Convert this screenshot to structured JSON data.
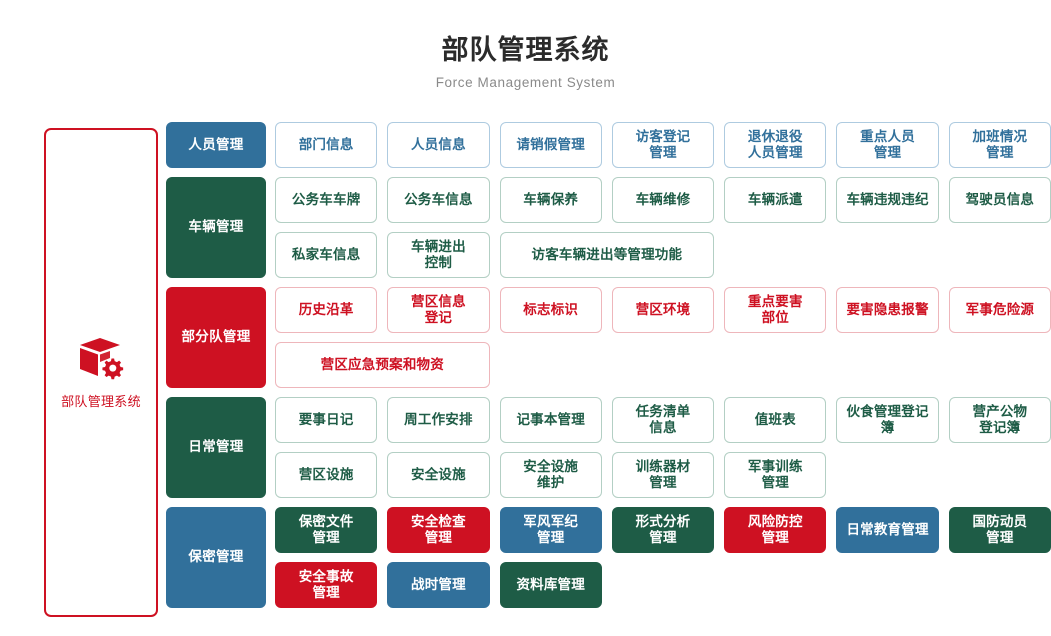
{
  "header": {
    "title": "部队管理系统",
    "subtitle": "Force Management System"
  },
  "sidebar": {
    "icon": "cube-gear-icon",
    "label": "部队管理系统",
    "border_color": "#ce1122"
  },
  "palette": {
    "blue": "#31709b",
    "green": "#1e5c46",
    "red": "#ce1122",
    "blue_border": "#aecbe0",
    "green_border": "#b3cfc4",
    "red_border": "#eeb6bb"
  },
  "groups": [
    {
      "label": "人员管理",
      "color": "blue",
      "label_style": "fill-blue",
      "items": [
        {
          "text": "部门信息",
          "style": "out-blue",
          "span": 1
        },
        {
          "text": "人员信息",
          "style": "out-blue",
          "span": 1
        },
        {
          "text": "请销假管理",
          "style": "out-blue",
          "span": 1
        },
        {
          "text": "访客登记\n管理",
          "style": "out-blue",
          "span": 1
        },
        {
          "text": "退休退役\n人员管理",
          "style": "out-blue",
          "span": 1
        },
        {
          "text": "重点人员\n管理",
          "style": "out-blue",
          "span": 1
        },
        {
          "text": "加班情况\n管理",
          "style": "out-blue",
          "span": 1
        }
      ]
    },
    {
      "label": "车辆管理",
      "color": "green",
      "label_style": "fill-green",
      "items": [
        {
          "text": "公务车车牌",
          "style": "out-green",
          "span": 1
        },
        {
          "text": "公务车信息",
          "style": "out-green",
          "span": 1
        },
        {
          "text": "车辆保养",
          "style": "out-green",
          "span": 1
        },
        {
          "text": "车辆维修",
          "style": "out-green",
          "span": 1
        },
        {
          "text": "车辆派遣",
          "style": "out-green",
          "span": 1
        },
        {
          "text": "车辆违规违纪",
          "style": "out-green",
          "span": 1
        },
        {
          "text": "驾驶员信息",
          "style": "out-green",
          "span": 1
        },
        {
          "text": "私家车信息",
          "style": "out-green",
          "span": 1
        },
        {
          "text": "车辆进出\n控制",
          "style": "out-green",
          "span": 1
        },
        {
          "text": "访客车辆进出等管理功能",
          "style": "out-green",
          "span": 2
        }
      ]
    },
    {
      "label": "部分队管理",
      "color": "red",
      "label_style": "fill-red",
      "items": [
        {
          "text": "历史沿革",
          "style": "out-red",
          "span": 1
        },
        {
          "text": "营区信息\n登记",
          "style": "out-red",
          "span": 1
        },
        {
          "text": "标志标识",
          "style": "out-red",
          "span": 1
        },
        {
          "text": "营区环境",
          "style": "out-red",
          "span": 1
        },
        {
          "text": "重点要害\n部位",
          "style": "out-red",
          "span": 1
        },
        {
          "text": "要害隐患报警",
          "style": "out-red",
          "span": 1
        },
        {
          "text": "军事危险源",
          "style": "out-red",
          "span": 1
        },
        {
          "text": "营区应急预案和物资",
          "style": "out-red",
          "span": 2
        }
      ]
    },
    {
      "label": "日常管理",
      "color": "green",
      "label_style": "fill-green",
      "items": [
        {
          "text": "要事日记",
          "style": "out-green",
          "span": 1
        },
        {
          "text": "周工作安排",
          "style": "out-green",
          "span": 1
        },
        {
          "text": "记事本管理",
          "style": "out-green",
          "span": 1
        },
        {
          "text": "任务清单\n信息",
          "style": "out-green",
          "span": 1
        },
        {
          "text": "值班表",
          "style": "out-green",
          "span": 1
        },
        {
          "text": "伙食管理登记簿",
          "style": "out-green",
          "span": 1
        },
        {
          "text": "营产公物\n登记簿",
          "style": "out-green",
          "span": 1
        },
        {
          "text": "营区设施",
          "style": "out-green",
          "span": 1
        },
        {
          "text": "安全设施",
          "style": "out-green",
          "span": 1
        },
        {
          "text": "安全设施\n维护",
          "style": "out-green",
          "span": 1
        },
        {
          "text": "训练器材\n管理",
          "style": "out-green",
          "span": 1
        },
        {
          "text": "军事训练\n管理",
          "style": "out-green",
          "span": 1
        }
      ]
    },
    {
      "label": "保密管理",
      "color": "blue",
      "label_style": "fill-blue",
      "items": [
        {
          "text": "保密文件\n管理",
          "style": "fill-green",
          "span": 1
        },
        {
          "text": "安全检查\n管理",
          "style": "fill-red",
          "span": 1
        },
        {
          "text": "军风军纪\n管理",
          "style": "fill-blue",
          "span": 1
        },
        {
          "text": "形式分析\n管理",
          "style": "fill-green",
          "span": 1
        },
        {
          "text": "风险防控\n管理",
          "style": "fill-red",
          "span": 1
        },
        {
          "text": "日常教育管理",
          "style": "fill-blue",
          "span": 1
        },
        {
          "text": "国防动员\n管理",
          "style": "fill-green",
          "span": 1
        },
        {
          "text": "安全事故\n管理",
          "style": "fill-red",
          "span": 1
        },
        {
          "text": "战时管理",
          "style": "fill-blue",
          "span": 1
        },
        {
          "text": "资料库管理",
          "style": "fill-green",
          "span": 1
        }
      ]
    }
  ]
}
